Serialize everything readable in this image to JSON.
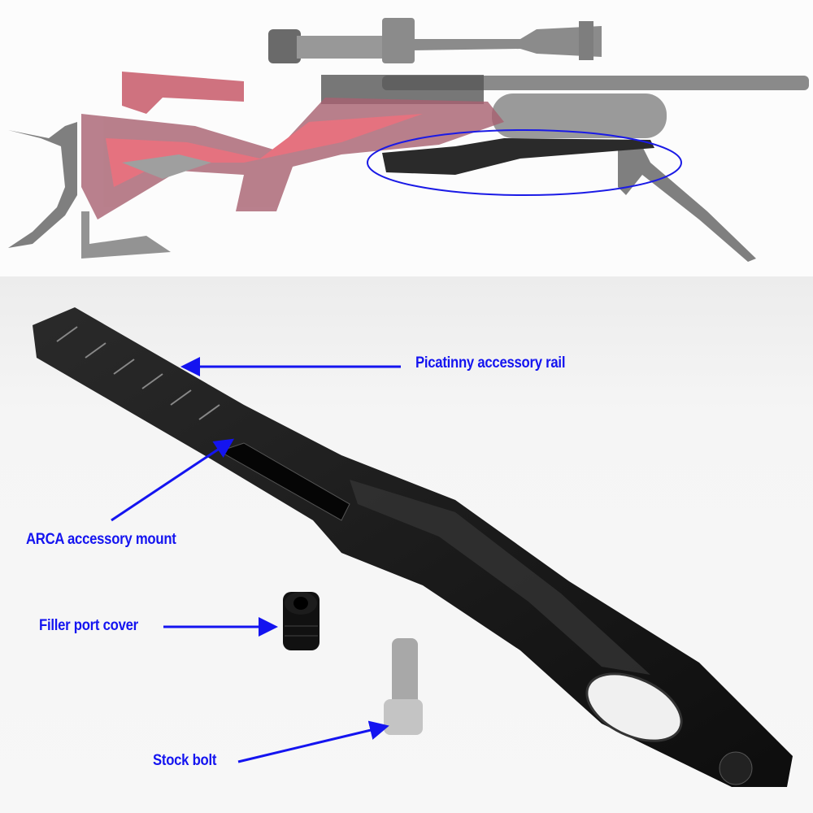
{
  "top_photo": {
    "highlight_color": "#1a1ae6"
  },
  "callouts": {
    "picatinny": "Picatinny accessory rail",
    "arca": "ARCA accessory mount",
    "filler": "Filler port cover",
    "bolt": "Stock bolt"
  },
  "colors": {
    "label": "#1414f0",
    "part": "#141414"
  }
}
